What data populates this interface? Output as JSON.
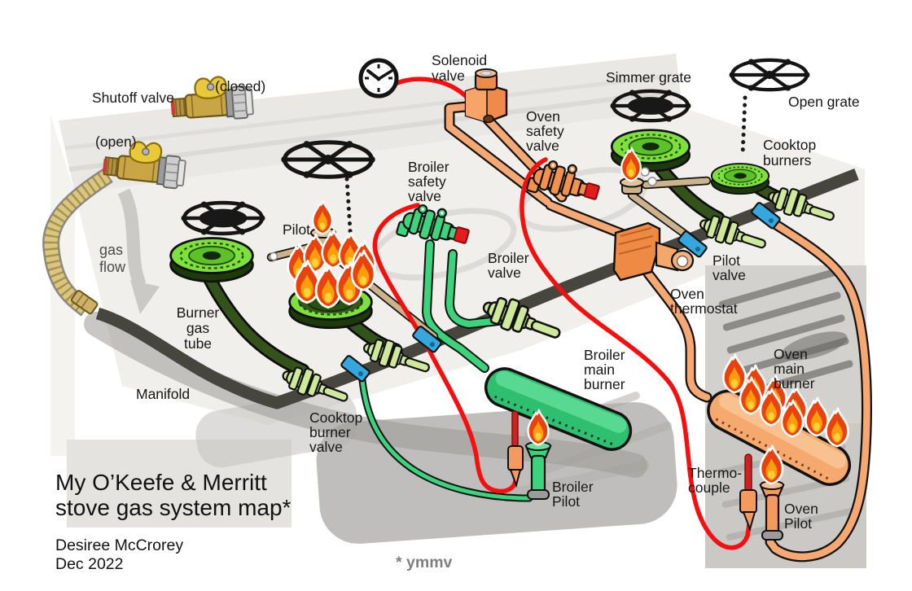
{
  "diagram": {
    "title_line1": "My O’Keefe & Merritt",
    "title_line2": "stove gas system map*",
    "credit_name": "Desiree McCrorey",
    "credit_date": "Dec 2022",
    "footnote": "* ymmv"
  },
  "labels": {
    "shutoff_valve": "Shutoff valve",
    "shutoff_closed": "(closed)",
    "shutoff_open": "(open)",
    "solenoid_valve": [
      "Solenoid",
      "valve"
    ],
    "simmer_grate": "Simmer grate",
    "open_grate": "Open grate",
    "cooktop_burners": [
      "Cooktop",
      "burners"
    ],
    "oven_safety_valve": [
      "Oven",
      "safety",
      "valve"
    ],
    "broiler_safety_valve": [
      "Broiler",
      "safety",
      "valve"
    ],
    "pilot": "Pilot",
    "gas_flow": [
      "gas",
      "flow"
    ],
    "burner_gas_tube": [
      "Burner",
      "gas",
      "tube"
    ],
    "manifold": "Manifold",
    "cooktop_burner_valve": [
      "Cooktop",
      "burner",
      "valve"
    ],
    "broiler_valve": [
      "Broiler",
      "valve"
    ],
    "pilot_valve": [
      "Pilot",
      "valve"
    ],
    "oven_thermostat": [
      "Oven",
      "thermostat"
    ],
    "broiler_main_burner": [
      "Broiler",
      "main",
      "burner"
    ],
    "oven_main_burner": [
      "Oven",
      "main",
      "burner"
    ],
    "broiler_pilot": [
      "Broiler",
      "Pilot"
    ],
    "thermocouple": [
      "Thermo-",
      "couple"
    ],
    "oven_pilot": [
      "Oven",
      "Pilot"
    ]
  },
  "colors": {
    "manifold_dark_gray": "#46463f",
    "burner_green": "#7de03c",
    "cooktop_valve_light_green": "#cfe99c",
    "broiler_green": "#3ed47e",
    "oven_orange": "#f39a5d",
    "pilot_tube_tan": "#cdb38c",
    "pilot_valve_blue": "#34a8de",
    "capillary_red": "#f50f0f",
    "flame_outer": "#e8430f",
    "flame_inner": "#ff9e0b",
    "brass": "#c9a546",
    "valve_handle_yellow": "#e9c937"
  }
}
